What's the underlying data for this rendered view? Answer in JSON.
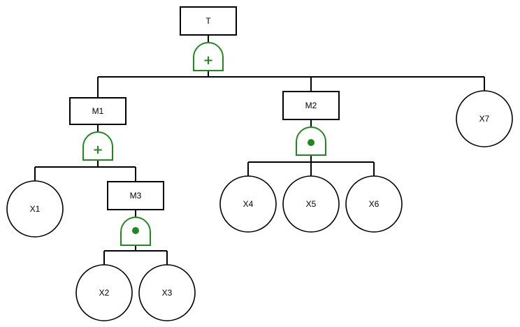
{
  "diagram": {
    "type": "fault-tree",
    "colors": {
      "gate": "#1e8a1e",
      "line": "#000000",
      "fill": "#ffffff"
    },
    "gate_symbols": {
      "or": "+",
      "and": "●"
    },
    "events": {
      "T": {
        "label": "T",
        "shape": "rect"
      },
      "M1": {
        "label": "M1",
        "shape": "rect"
      },
      "M2": {
        "label": "M2",
        "shape": "rect"
      },
      "M3": {
        "label": "M3",
        "shape": "rect"
      },
      "X1": {
        "label": "X1",
        "shape": "circle"
      },
      "X2": {
        "label": "X2",
        "shape": "circle"
      },
      "X3": {
        "label": "X3",
        "shape": "circle"
      },
      "X4": {
        "label": "X4",
        "shape": "circle"
      },
      "X5": {
        "label": "X5",
        "shape": "circle"
      },
      "X6": {
        "label": "X6",
        "shape": "circle"
      },
      "X7": {
        "label": "X7",
        "shape": "circle"
      }
    },
    "gates": [
      {
        "id": "G_T",
        "output": "T",
        "type": "or",
        "inputs": [
          "M1",
          "M2",
          "X7"
        ]
      },
      {
        "id": "G_M1",
        "output": "M1",
        "type": "or",
        "inputs": [
          "X1",
          "M3"
        ]
      },
      {
        "id": "G_M2",
        "output": "M2",
        "type": "and",
        "inputs": [
          "X4",
          "X5",
          "X6"
        ]
      },
      {
        "id": "G_M3",
        "output": "M3",
        "type": "and",
        "inputs": [
          "X2",
          "X3"
        ]
      }
    ]
  }
}
